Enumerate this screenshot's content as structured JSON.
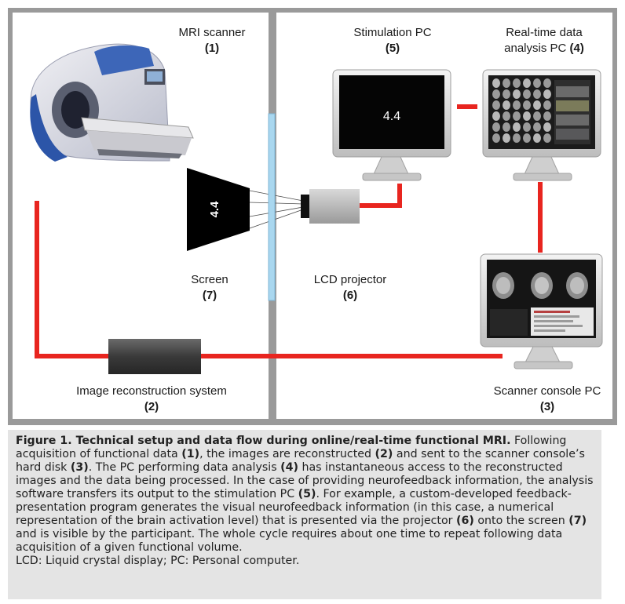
{
  "labels": {
    "mri": {
      "name": "MRI scanner",
      "num": "(1)"
    },
    "stim": {
      "name": "Stimulation PC",
      "num": "(5)"
    },
    "rt": {
      "line1": "Real-time data",
      "line2": "analysis PC",
      "num": "(4)"
    },
    "screen": {
      "name": "Screen",
      "num": "(7)"
    },
    "lcd": {
      "name": "LCD projector",
      "num": "(6)"
    },
    "recon": {
      "name": "Image reconstruction system",
      "num": "(2)"
    },
    "console": {
      "name": "Scanner console PC",
      "num": "(3)"
    }
  },
  "displays": {
    "monitor_value": "4.4",
    "screen_value": "4.4"
  },
  "colors": {
    "connection": "#e8251f",
    "frame": "#9a9a9a",
    "divider": "#a9d7ef",
    "caption_bg": "#e4e4e4"
  },
  "caption": {
    "title": "Figure 1. Technical setup and data flow during online/real-time functional MRI.",
    "t1": " Following acquisition of functional data ",
    "b1": "(1)",
    "t2": ", the images are reconstructed ",
    "b2": "(2)",
    "t3": " and sent to the scanner console’s hard disk ",
    "b3": "(3)",
    "t4": ". The PC performing data analysis ",
    "b4": "(4)",
    "t5": " has instantaneous access to the reconstructed images and the data being processed. In the case of providing neurofeedback information, the analysis software transfers its output to the stimulation PC ",
    "b5": "(5)",
    "t6": ". For example, a custom-developed feedback-presentation program generates the visual neurofeedback information (in this case, a numerical representation of the brain activation level) that is presented via the projector ",
    "b6": "(6)",
    "t7": " onto the screen ",
    "b7": "(7)",
    "t8": " and is visible by the participant. The whole cycle requires about one time to repeat following data acquisition of a given functional volume.",
    "abbrev": "LCD: Liquid crystal display; PC: Personal computer."
  }
}
